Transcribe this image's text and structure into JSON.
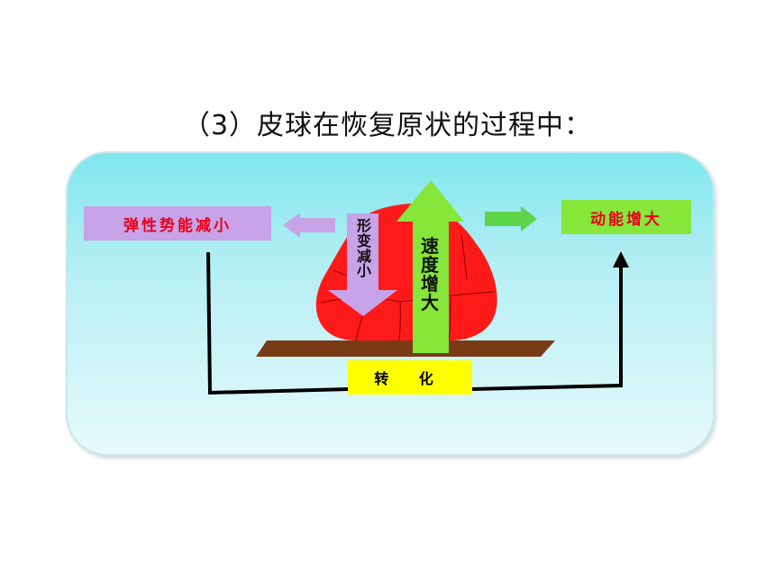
{
  "title": "（3）皮球在恢复原状的过程中：",
  "boxes": {
    "left": "弹性势能减小",
    "right": "动能增大",
    "bottom": "转 化"
  },
  "arrows": {
    "down_label": "形变减小",
    "up_label": "速度增大"
  },
  "colors": {
    "panel": "#b7eff4",
    "ball": "#ff1a1a",
    "floor": "#7a3a16",
    "left_box": "#c8a3e8",
    "right_box": "#86e63a",
    "bottom_box": "#ffff00",
    "up_arrow": "#86e63a",
    "down_arrow": "#c8a3e8",
    "label_text": "#e8001c"
  }
}
